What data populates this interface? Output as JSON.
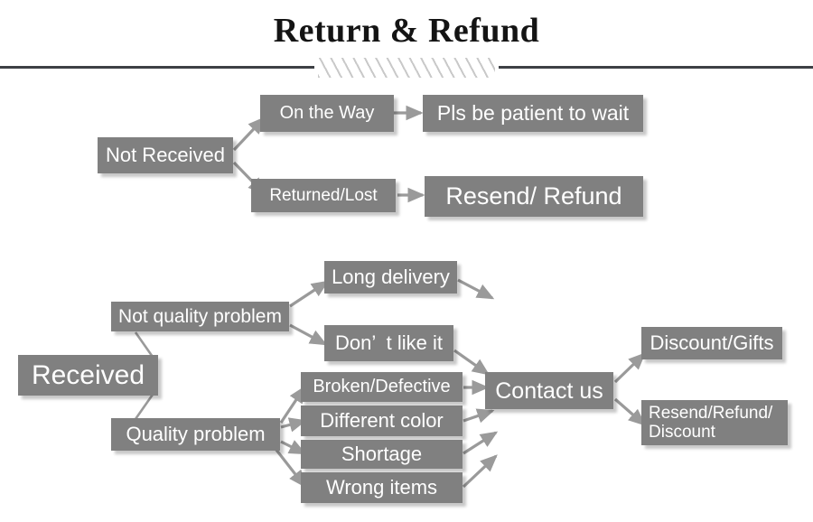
{
  "header": {
    "title": "Return & Refund",
    "divider_icon": "diagonal-hatch-divider"
  },
  "colors": {
    "box_fill": "#808080",
    "box_text": "#ffffff",
    "arrow": "#9a9a9a",
    "rule": "#3d4044",
    "hatch": "#c9c9c9",
    "title_text": "#141414",
    "page_background": "#ffffff"
  },
  "flow": {
    "branch_not_received": {
      "root": {
        "label": "Not Received",
        "font_size": 22
      },
      "nodes": [
        {
          "id": "on-the-way",
          "label": "On the Way",
          "font_size": 20
        },
        {
          "id": "pls-be-patient",
          "label": "Pls be patient to wait",
          "font_size": 23
        },
        {
          "id": "returned-lost",
          "label": "Returned/Lost",
          "font_size": 19
        },
        {
          "id": "resend-refund",
          "label": "Resend/ Refund",
          "font_size": 27
        }
      ]
    },
    "branch_received": {
      "root": {
        "label": "Received",
        "font_size": 30
      },
      "categories": [
        {
          "id": "not-quality-problem",
          "label": "Not quality problem",
          "font_size": 21
        },
        {
          "id": "quality-problem",
          "label": "Quality problem",
          "font_size": 22
        }
      ],
      "not_quality_reasons": [
        {
          "id": "long-delivery",
          "label": "Long delivery",
          "font_size": 22
        },
        {
          "id": "dont-like-it",
          "label": "Don’  t like it",
          "font_size": 22
        }
      ],
      "quality_reasons": [
        {
          "id": "broken-defective",
          "label": "Broken/Defective",
          "font_size": 20
        },
        {
          "id": "different-color",
          "label": "Different color",
          "font_size": 22
        },
        {
          "id": "shortage",
          "label": "Shortage",
          "font_size": 22
        },
        {
          "id": "wrong-items",
          "label": "Wrong items",
          "font_size": 22
        }
      ],
      "contact": {
        "id": "contact-us",
        "label": "Contact us",
        "font_size": 25
      },
      "outcomes": [
        {
          "id": "discount-gifts",
          "label": "Discount/Gifts",
          "font_size": 22
        },
        {
          "id": "resend-refund-discount",
          "label": "Resend/Refund/\nDiscount",
          "font_size": 19
        }
      ]
    }
  }
}
